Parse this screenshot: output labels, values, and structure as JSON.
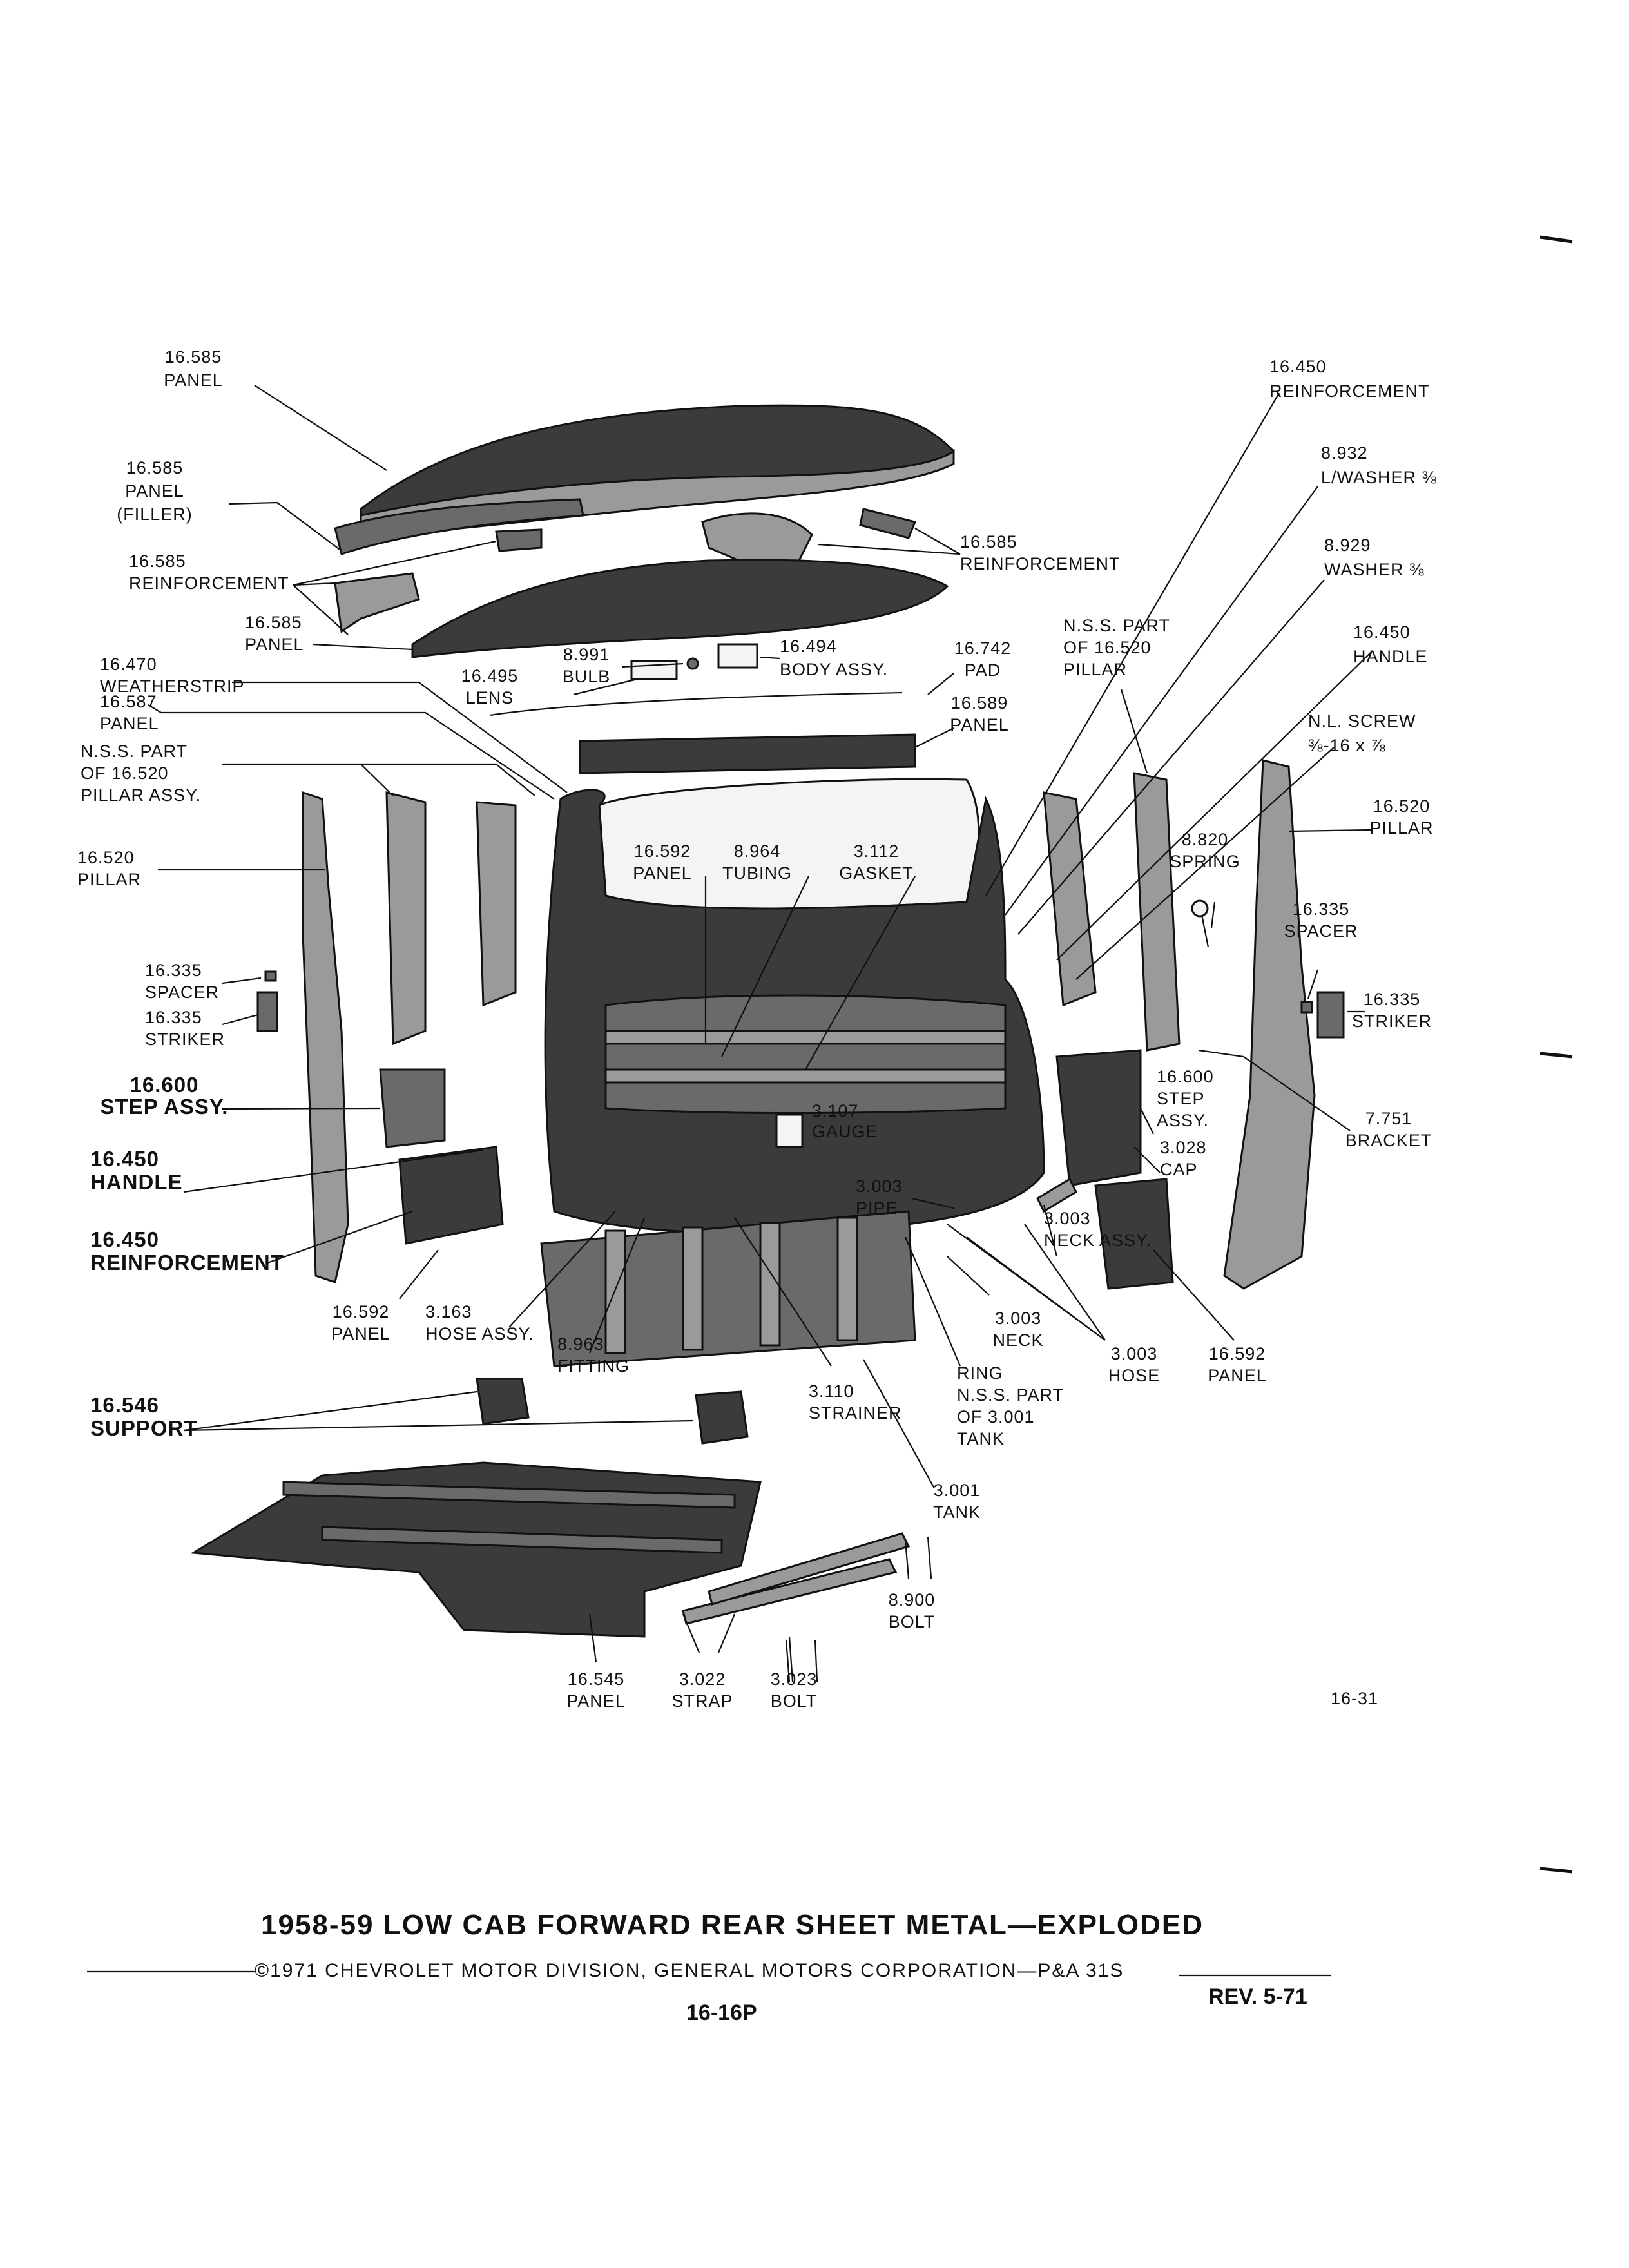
{
  "page": {
    "title": "1958-59 LOW CAB FORWARD REAR SHEET METAL—EXPLODED",
    "copyright": "©1971 CHEVROLET MOTOR DIVISION, GENERAL MOTORS CORPORATION—P&A 31S",
    "page_number": "16-16P",
    "revision": "REV. 5-71",
    "figure_number": "16-31"
  },
  "labels": [
    {
      "id": "l01",
      "lines": [
        "16.585",
        "PANEL"
      ]
    },
    {
      "id": "l02",
      "lines": [
        "16.585",
        "PANEL",
        "(FILLER)"
      ]
    },
    {
      "id": "l03",
      "lines": [
        "16.585",
        "REINFORCEMENT"
      ]
    },
    {
      "id": "l04",
      "lines": [
        "16.585",
        "PANEL"
      ]
    },
    {
      "id": "l05",
      "lines": [
        "16.470",
        "WEATHERSTRIP"
      ]
    },
    {
      "id": "l06",
      "lines": [
        "16.587",
        "PANEL"
      ]
    },
    {
      "id": "l07",
      "lines": [
        "N.S.S. PART",
        "OF 16.520",
        "PILLAR ASSY."
      ]
    },
    {
      "id": "l08",
      "lines": [
        "16.520",
        "PILLAR"
      ]
    },
    {
      "id": "l09",
      "lines": [
        "16.335",
        "SPACER"
      ]
    },
    {
      "id": "l10",
      "lines": [
        "16.335",
        "STRIKER"
      ]
    },
    {
      "id": "l11",
      "lines": [
        "16.600",
        "STEP ASSY."
      ]
    },
    {
      "id": "l12",
      "lines": [
        "16.450",
        "HANDLE"
      ]
    },
    {
      "id": "l13",
      "lines": [
        "16.450",
        "REINFORCEMENT"
      ]
    },
    {
      "id": "l14",
      "lines": [
        "16.592",
        "PANEL"
      ]
    },
    {
      "id": "l15",
      "lines": [
        "3.163",
        "HOSE ASSY."
      ]
    },
    {
      "id": "l16",
      "lines": [
        "8.963",
        "FITTING"
      ]
    },
    {
      "id": "l17",
      "lines": [
        "16.546",
        "SUPPORT"
      ]
    },
    {
      "id": "l18",
      "lines": [
        "16.545",
        "PANEL"
      ]
    },
    {
      "id": "l19",
      "lines": [
        "3.022",
        "STRAP"
      ]
    },
    {
      "id": "l20",
      "lines": [
        "3.023",
        "BOLT"
      ]
    },
    {
      "id": "l21",
      "lines": [
        "3.110",
        "STRAINER"
      ]
    },
    {
      "id": "l22",
      "lines": [
        "3.001",
        "TANK"
      ]
    },
    {
      "id": "l23",
      "lines": [
        "RING",
        "N.S.S. PART",
        "OF 3.001",
        "TANK"
      ]
    },
    {
      "id": "l24",
      "lines": [
        "8.900",
        "BOLT"
      ]
    },
    {
      "id": "l25",
      "lines": [
        "3.003",
        "NECK"
      ]
    },
    {
      "id": "l26",
      "lines": [
        "3.003",
        "HOSE"
      ]
    },
    {
      "id": "l27",
      "lines": [
        "16.592",
        "PANEL"
      ]
    },
    {
      "id": "l28",
      "lines": [
        "3.003",
        "PIPE"
      ]
    },
    {
      "id": "l29",
      "lines": [
        "3.003",
        "NECK ASSY."
      ]
    },
    {
      "id": "l30",
      "lines": [
        "3.107",
        "GAUGE"
      ]
    },
    {
      "id": "l31",
      "lines": [
        "16.592",
        "PANEL"
      ]
    },
    {
      "id": "l32",
      "lines": [
        "8.964",
        "TUBING"
      ]
    },
    {
      "id": "l33",
      "lines": [
        "3.112",
        "GASKET"
      ]
    },
    {
      "id": "l34",
      "lines": [
        "8.991",
        "BULB"
      ]
    },
    {
      "id": "l35",
      "lines": [
        "16.495",
        "LENS"
      ]
    },
    {
      "id": "l36",
      "lines": [
        "16.494",
        "BODY ASSY."
      ]
    },
    {
      "id": "l37",
      "lines": [
        "16.742",
        "PAD"
      ]
    },
    {
      "id": "l38",
      "lines": [
        "16.589",
        "PANEL"
      ]
    },
    {
      "id": "l39",
      "lines": [
        "16.585",
        "REINFORCEMENT"
      ]
    },
    {
      "id": "l40",
      "lines": [
        "16.450",
        "REINFORCEMENT"
      ]
    },
    {
      "id": "l41",
      "lines": [
        "8.932",
        "L/WASHER ⅜"
      ]
    },
    {
      "id": "l42",
      "lines": [
        "8.929",
        "WASHER ⅜"
      ]
    },
    {
      "id": "l43",
      "lines": [
        "16.450",
        "HANDLE"
      ]
    },
    {
      "id": "l44",
      "lines": [
        "N.L. SCREW",
        "⅜-16 x ⅞"
      ]
    },
    {
      "id": "l45",
      "lines": [
        "N.S.S. PART",
        "OF 16.520",
        "PILLAR"
      ]
    },
    {
      "id": "l46",
      "lines": [
        "16.520",
        "PILLAR"
      ]
    },
    {
      "id": "l47",
      "lines": [
        "8.820",
        "SPRING"
      ]
    },
    {
      "id": "l48",
      "lines": [
        "16.335",
        "SPACER"
      ]
    },
    {
      "id": "l49",
      "lines": [
        "16.335",
        "STRIKER"
      ]
    },
    {
      "id": "l50",
      "lines": [
        "16.600",
        "STEP",
        "ASSY."
      ]
    },
    {
      "id": "l51",
      "lines": [
        "3.028",
        "CAP"
      ]
    },
    {
      "id": "l52",
      "lines": [
        "7.751",
        "BRACKET"
      ]
    }
  ]
}
